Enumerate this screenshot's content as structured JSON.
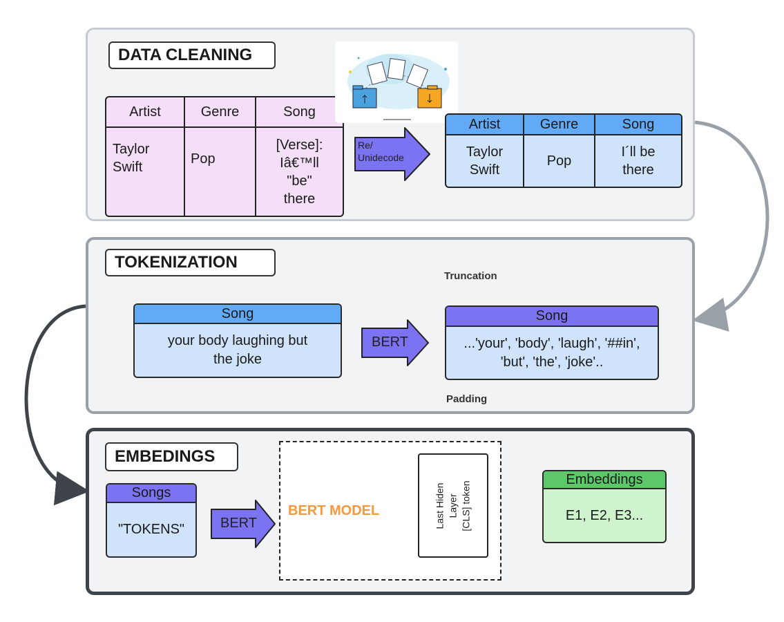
{
  "colors": {
    "pink": "#f5dff8",
    "blue_header": "#62a9f6",
    "blue_body": "#cfe3fb",
    "purple": "#7b73f2",
    "green_header": "#5cc86a",
    "green_body": "#cff3cd",
    "orange": "#f6993a"
  },
  "data_cleaning": {
    "title": "DATA CLEANING",
    "raw_table": {
      "headers": [
        "Artist",
        "Genre",
        "Song"
      ],
      "artist": "Taylor\nSwift",
      "genre": "Pop",
      "song": "[Verse]:\nIâ€™ll\n\"be\"\nthere"
    },
    "arrow_label": "Re/\nUnidecode",
    "clean_table": {
      "headers": [
        "Artist",
        "Genre",
        "Song"
      ],
      "artist": "Taylor\nSwift",
      "genre": "Pop",
      "song": "I´ll be\nthere"
    }
  },
  "tokenization": {
    "title": "TOKENIZATION",
    "input": {
      "header": "Song",
      "body": "your body laughing but\nthe joke"
    },
    "arrow_label": "BERT",
    "truncation": "Truncation",
    "padding": "Padding",
    "output": {
      "header": "Song",
      "body": "...'your', 'body', 'laugh', '##in',\n'but', 'the', 'joke'.."
    }
  },
  "embeddings": {
    "title": "EMBEDINGS",
    "input": {
      "header": "Songs",
      "body": "\"TOKENS\""
    },
    "arrow_label": "BERT",
    "model_label": "BERT MODEL",
    "layer_label": "Last Hiden\nLayer\n[CLS] token",
    "output": {
      "header": "Embeddings",
      "body": "E1, E2, E3..."
    }
  }
}
